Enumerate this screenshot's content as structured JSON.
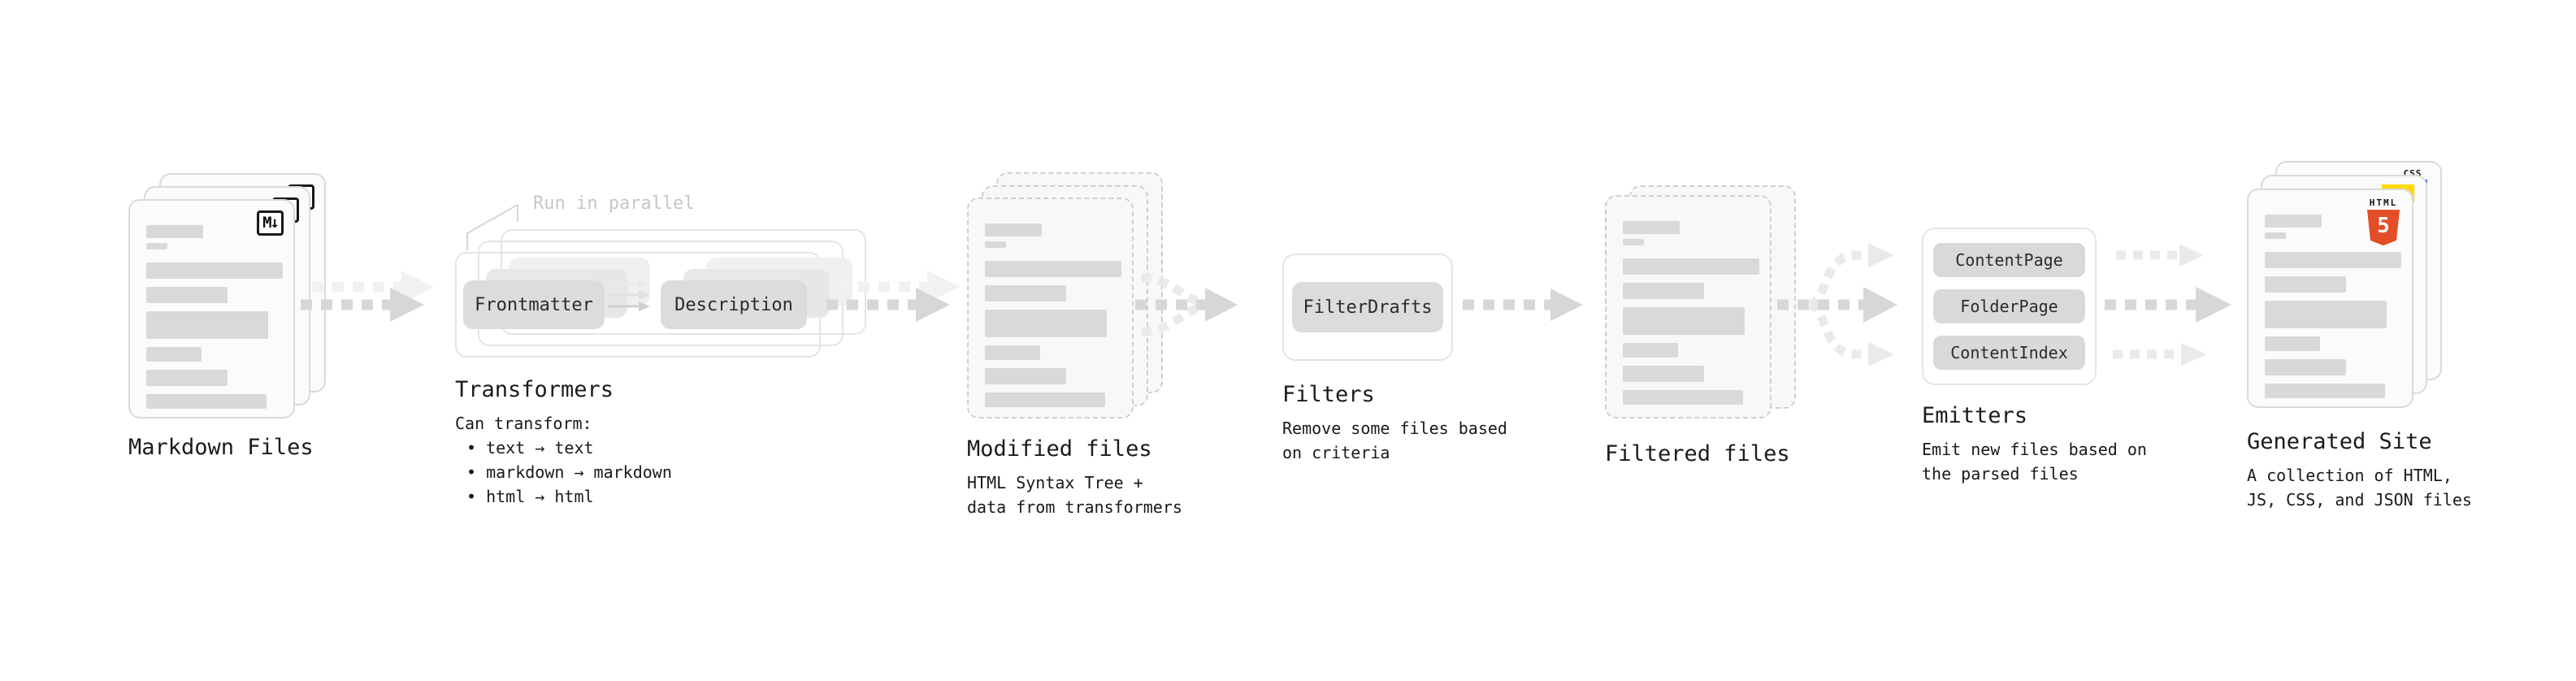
{
  "sections": {
    "markdown": {
      "title": "Markdown Files",
      "icon_label": "M↓"
    },
    "transformers": {
      "annotation": "Run in parallel",
      "pill_left": "Frontmatter",
      "pill_right": "Description",
      "title": "Transformers",
      "desc": "Can transform:",
      "bullets": [
        "• text → text",
        "• markdown → markdown",
        "• html → html"
      ]
    },
    "modified": {
      "title": "Modified files",
      "desc1": "HTML Syntax Tree +",
      "desc2": "data from transformers"
    },
    "filters": {
      "pill": "FilterDrafts",
      "title": "Filters",
      "desc1": "Remove some files based",
      "desc2": "on criteria"
    },
    "filtered": {
      "title": "Filtered files"
    },
    "emitters": {
      "pills": [
        "ContentPage",
        "FolderPage",
        "ContentIndex"
      ],
      "title": "Emitters",
      "desc1": "Emit new files based on",
      "desc2": "the parsed files"
    },
    "generated": {
      "title": "Generated Site",
      "desc1": "A collection of HTML,",
      "desc2": "JS, CSS, and JSON files",
      "badge_css": "CSS",
      "badge_html_top": "HTML",
      "badge_html_number": "5"
    }
  },
  "colors": {
    "html5_orange": "#e44d26",
    "js_yellow": "#ffd900",
    "css_blue": "#2862e9",
    "bar_gray": "#d9d9d9",
    "arrow_gray": "#d7d7d7",
    "arrow_ghost": "#f1f1f1",
    "arrow_mid": "#eaeaea"
  }
}
